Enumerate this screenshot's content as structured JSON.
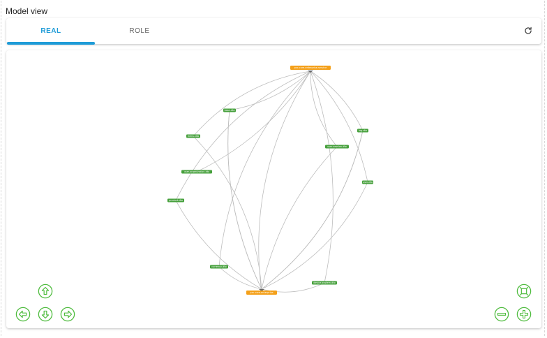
{
  "page": {
    "title": "Model view"
  },
  "tabs": [
    {
      "label": "REAL",
      "active": true
    },
    {
      "label": "ROLE",
      "active": false
    }
  ],
  "colors": {
    "accent": "#1e9bd7",
    "node_primary": "#f4a019",
    "node_secondary": "#46a03c",
    "control": "#4dbb3c",
    "edge": "#bdbdbd"
  },
  "icons": {
    "refresh": "refresh-icon",
    "pan_up": "arrow-up-icon",
    "pan_left": "arrow-left-icon",
    "pan_down": "arrow-down-icon",
    "pan_right": "arrow-right-icon",
    "fit": "fit-screen-icon",
    "zoom_out": "zoom-out-icon",
    "zoom_in": "zoom-in-icon"
  },
  "graph": {
    "nodes": [
      {
        "id": "n0",
        "label": "pxc-core-enterprise-service",
        "kind": "primary"
      },
      {
        "id": "n1",
        "label": "pxc-core-enterprise",
        "kind": "primary"
      },
      {
        "id": "n2",
        "label": "base-dto",
        "kind": "secondary"
      },
      {
        "id": "n3",
        "label": "menu-dto",
        "kind": "secondary"
      },
      {
        "id": "n4",
        "label": "user-organization-dto",
        "kind": "secondary"
      },
      {
        "id": "n5",
        "label": "product-dto",
        "kind": "secondary"
      },
      {
        "id": "n6",
        "label": "log-dto",
        "kind": "secondary"
      },
      {
        "id": "n7",
        "label": "user-session-dto",
        "kind": "secondary"
      },
      {
        "id": "n8",
        "label": "user-dto",
        "kind": "secondary"
      },
      {
        "id": "n9",
        "label": "currency-dto",
        "kind": "secondary"
      },
      {
        "id": "n10",
        "label": "device-system-dto",
        "kind": "secondary"
      }
    ],
    "edges": [
      [
        "n0",
        "n2"
      ],
      [
        "n0",
        "n3"
      ],
      [
        "n0",
        "n4"
      ],
      [
        "n0",
        "n5"
      ],
      [
        "n0",
        "n6"
      ],
      [
        "n0",
        "n7"
      ],
      [
        "n0",
        "n8"
      ],
      [
        "n0",
        "n9"
      ],
      [
        "n0",
        "n10"
      ],
      [
        "n0",
        "n1"
      ],
      [
        "n1",
        "n2"
      ],
      [
        "n1",
        "n3"
      ],
      [
        "n1",
        "n5"
      ],
      [
        "n1",
        "n6"
      ],
      [
        "n1",
        "n7"
      ],
      [
        "n1",
        "n8"
      ],
      [
        "n1",
        "n9"
      ],
      [
        "n1",
        "n10"
      ],
      [
        "n1",
        "n2"
      ],
      [
        "n1",
        "n6"
      ]
    ]
  }
}
